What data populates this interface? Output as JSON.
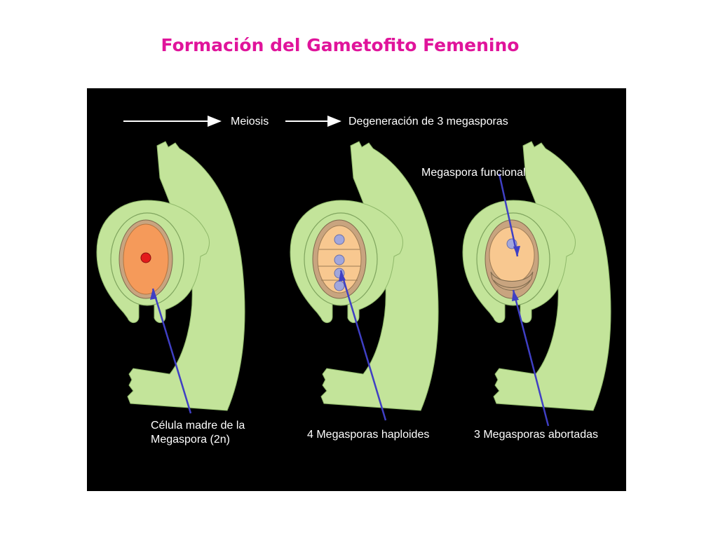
{
  "title": "Formación del Gametofito Femenino",
  "labels": {
    "meiosis": "Meiosis",
    "degeneration": "Degeneración de 3 megasporas",
    "functional": "Megaspora funcional",
    "mother_cell": "Célula madre de la\nMegaspora (2n)",
    "haploid": "4 Megasporas haploides",
    "aborted": "3 Megasporas abortadas"
  },
  "colors": {
    "title": "#e0149b",
    "background": "#000000",
    "tissue": "#c3e49a",
    "tissue_outline": "#8fb86a",
    "nucellus": "#c8a47f",
    "megaspore": "#f8b878",
    "mother_cell": "#f59a5a",
    "nucleus_red": "#e31b1b",
    "nucleus_gray": "#a2a7dc",
    "arrow": "#3f3fc4",
    "arrow_white": "#ffffff"
  }
}
